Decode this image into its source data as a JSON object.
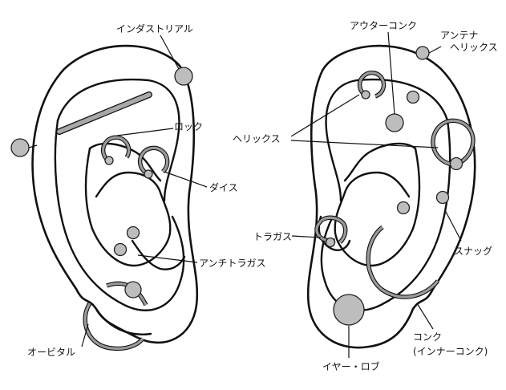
{
  "labels": {
    "industrial": "インダストリアル",
    "rook": "ロック",
    "daith": "ダイス",
    "antitragus": "アンチトラガス",
    "orbital": "オービタル",
    "outer_conch": "アウターコンク",
    "forward_helix_line1": "アンテナ",
    "forward_helix_line2": "ヘリックス",
    "helix": "ヘリックス",
    "tragus": "トラガス",
    "snug": "スナッグ",
    "conch_line1": "コンク",
    "conch_line2": "(インナーコンク)",
    "earlobe": "イヤー・ロブ"
  },
  "colors": {
    "outline": "#111111",
    "jewelry": "#bdbdbd",
    "ring": "#9a9a9a",
    "background": "#ffffff"
  }
}
